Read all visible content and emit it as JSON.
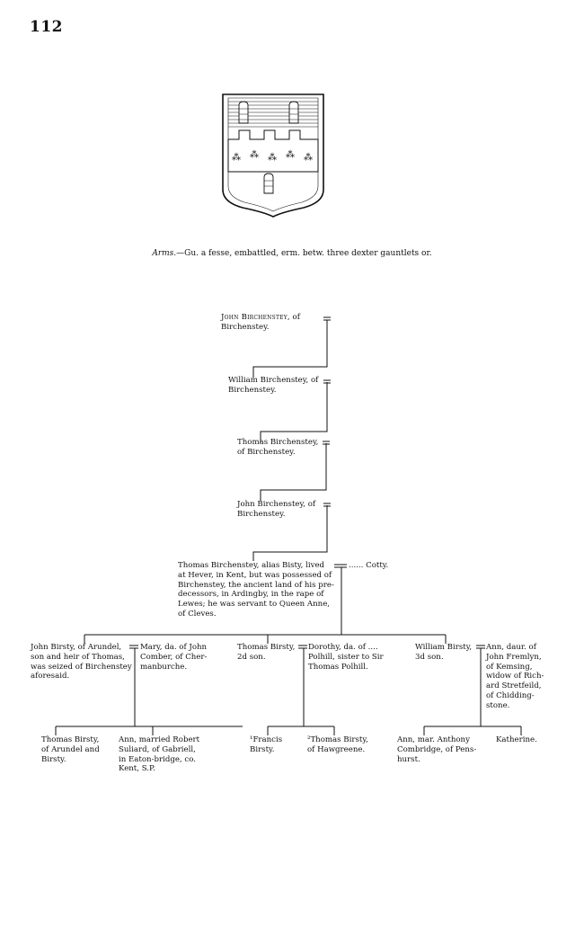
{
  "page_number": "112",
  "arms": {
    "label": "Arms.",
    "text": "—Gu. a fesse, embattled, erm. betw. three dexter gauntlets or."
  },
  "generations": [
    {
      "name": "John Birchenstey,",
      "rest": " of\nBirchenstey."
    },
    {
      "name": "William Birchenstey,",
      "rest": " of\nBirchenstey."
    },
    {
      "name": "Thomas Birchenstey,",
      "rest": "\nof Birchenstey."
    },
    {
      "name": "John Birchenstey,",
      "rest": " of\nBirchenstey."
    },
    {
      "name": "Thomas Birchenstey,",
      "rest": " alias Bisty, lived\nat Hever, in Kent, but was possessed of\nBirchenstey, the ancient land of his pre-\ndecessors, in Ardingby, in the rape of\nLewes; he was servant to Queen Anne,\nof Cleves."
    }
  ],
  "cotty": "...... Cotty.",
  "children": [
    {
      "text": "John Birsty, of Arundel,\nson and heir of Thomas,\nwas seized of Birchenstey\naforesaid."
    },
    {
      "text": "Mary, da. of John\nComber, of Cher-\nmanburche."
    },
    {
      "text": "Thomas Birsty,\n2d son."
    },
    {
      "text": "Dorothy, da. of ....\nPolhill, sister to Sir\nThomas Polhill."
    },
    {
      "text": "William Birsty,\n3d son."
    },
    {
      "text": "Ann, daur. of\nJohn Fremlyn,\nof Kemsing,\nwidow of Rich-\nard Stretfeild,\nof Chidding-\nstone."
    }
  ],
  "grandchildren": [
    {
      "text": "Thomas Birsty,\nof Arundel and\nBirsty."
    },
    {
      "text": "Ann, married Robert\nSuliard, of Gabriell,\nin Eaton-bridge, co.\nKent, S.P."
    },
    {
      "text": "¹Francis\nBirsty."
    },
    {
      "text": "²Thomas Birsty,\nof Hawgreene."
    },
    {
      "text": "Ann, mar. Anthony\nCombridge, of Pens-\nhurst."
    },
    {
      "text": "Katherine."
    }
  ]
}
